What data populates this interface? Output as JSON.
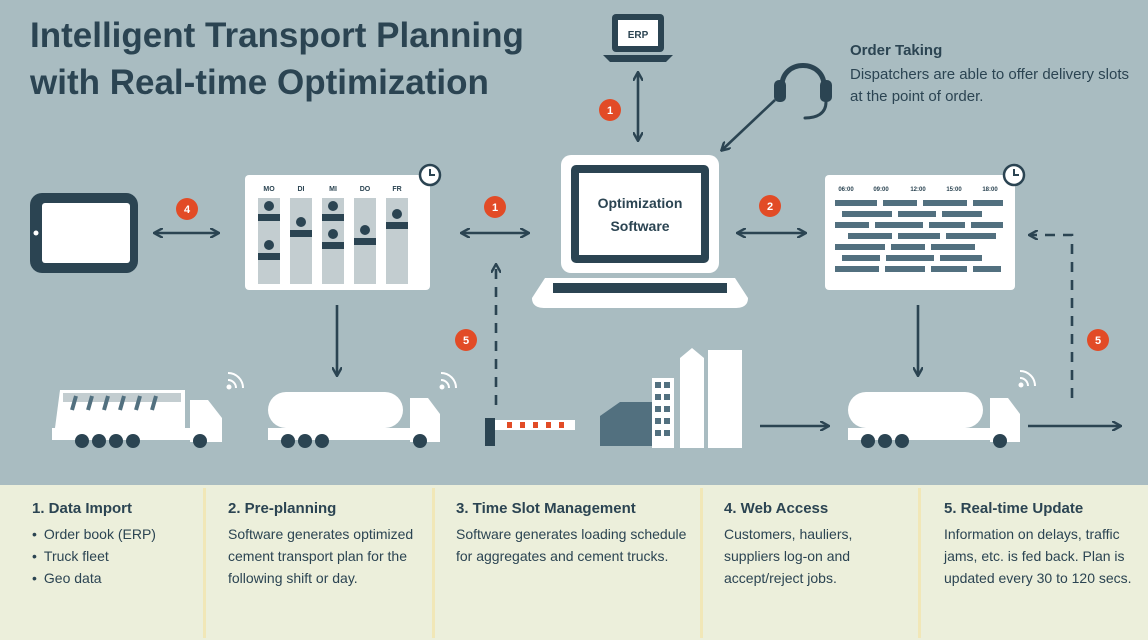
{
  "title_lines": [
    "Intelligent Transport Planning",
    "with Real-time Optimization"
  ],
  "order_taking": {
    "title": "Order Taking",
    "text": "Dispatchers are able to offer delivery slots at the point of order."
  },
  "laptop_label": [
    "Optimization",
    "Software"
  ],
  "erp_label": "ERP",
  "weekday_headers": [
    "MO",
    "DI",
    "MI",
    "DO",
    "FR"
  ],
  "time_headers": [
    "06:00",
    "09:00",
    "12:00",
    "15:00",
    "18:00"
  ],
  "step_markers": [
    {
      "id": "erp",
      "number": "1"
    },
    {
      "id": "tablet",
      "number": "4"
    },
    {
      "id": "weekplan",
      "number": "1"
    },
    {
      "id": "schedule",
      "number": "2"
    },
    {
      "id": "gate",
      "number": "5"
    },
    {
      "id": "truck-right",
      "number": "5"
    }
  ],
  "colors": {
    "background_top": "#a9bcc1",
    "background_bottom": "#ecefdb",
    "dark": "#2b4452",
    "icon_fill": "#52707f",
    "marker": "#e24b26"
  },
  "columns": [
    {
      "heading": "1. Data Import",
      "bullets": [
        "Order book (ERP)",
        "Truck fleet",
        "Geo data"
      ],
      "text": ""
    },
    {
      "heading": "2. Pre-planning",
      "bullets": [],
      "text": "Software generates optimized cement transport plan for the following shift or day."
    },
    {
      "heading": "3. Time Slot Management",
      "bullets": [],
      "text": "Software generates loading schedule for aggregates and cement trucks."
    },
    {
      "heading": "4. Web Access",
      "bullets": [],
      "text": "Customers, hauliers, suppliers log-on and accept/reject jobs."
    },
    {
      "heading": "5. Real-time Update",
      "bullets": [],
      "text": "Information on delays, traffic jams, etc. is fed back. Plan is updated every 30 to 120 secs."
    }
  ]
}
